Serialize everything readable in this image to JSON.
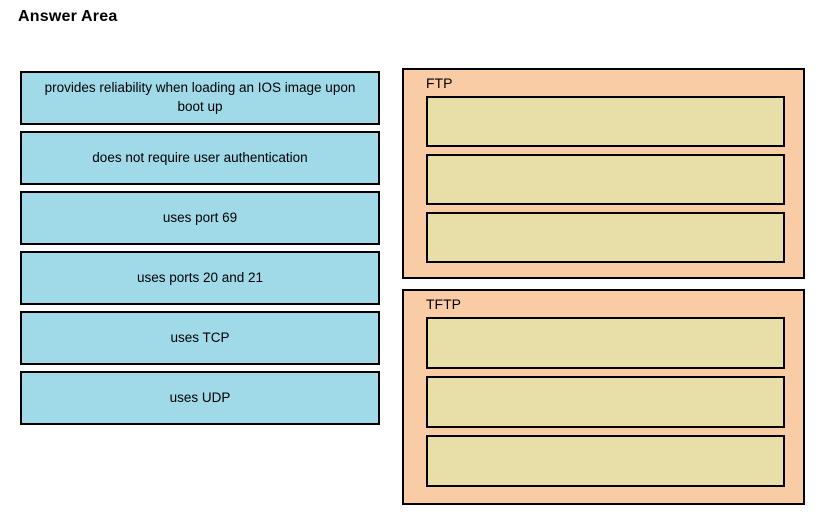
{
  "page": {
    "title": "Answer Area"
  },
  "colors": {
    "option_fill": "#a0d9e8",
    "category_fill": "#facca6",
    "dropzone_fill": "#e8dfa8",
    "border": "#000000",
    "background": "#ffffff",
    "text": "#000000"
  },
  "options": {
    "items": [
      {
        "label": "provides reliability when loading an IOS image upon boot up"
      },
      {
        "label": "does not require user authentication"
      },
      {
        "label": "uses port 69"
      },
      {
        "label": "uses ports 20 and 21"
      },
      {
        "label": "uses TCP"
      },
      {
        "label": "uses UDP"
      }
    ]
  },
  "categories": [
    {
      "label": "FTP",
      "dropzones": [
        {
          "value": ""
        },
        {
          "value": ""
        },
        {
          "value": ""
        }
      ]
    },
    {
      "label": "TFTP",
      "dropzones": [
        {
          "value": ""
        },
        {
          "value": ""
        },
        {
          "value": ""
        }
      ]
    }
  ]
}
